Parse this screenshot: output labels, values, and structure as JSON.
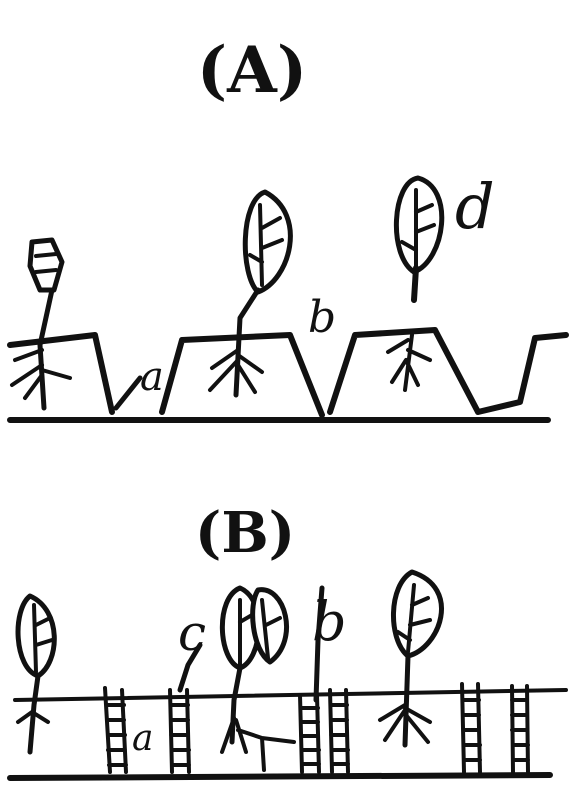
{
  "panels": [
    {
      "title": "(A)"
    },
    {
      "title": "(B)"
    }
  ],
  "labels": {
    "a_top": "a",
    "b_top": "b",
    "d_top": "d",
    "a_bottom": "a",
    "b_bottom": "b",
    "c_bottom": "c"
  }
}
